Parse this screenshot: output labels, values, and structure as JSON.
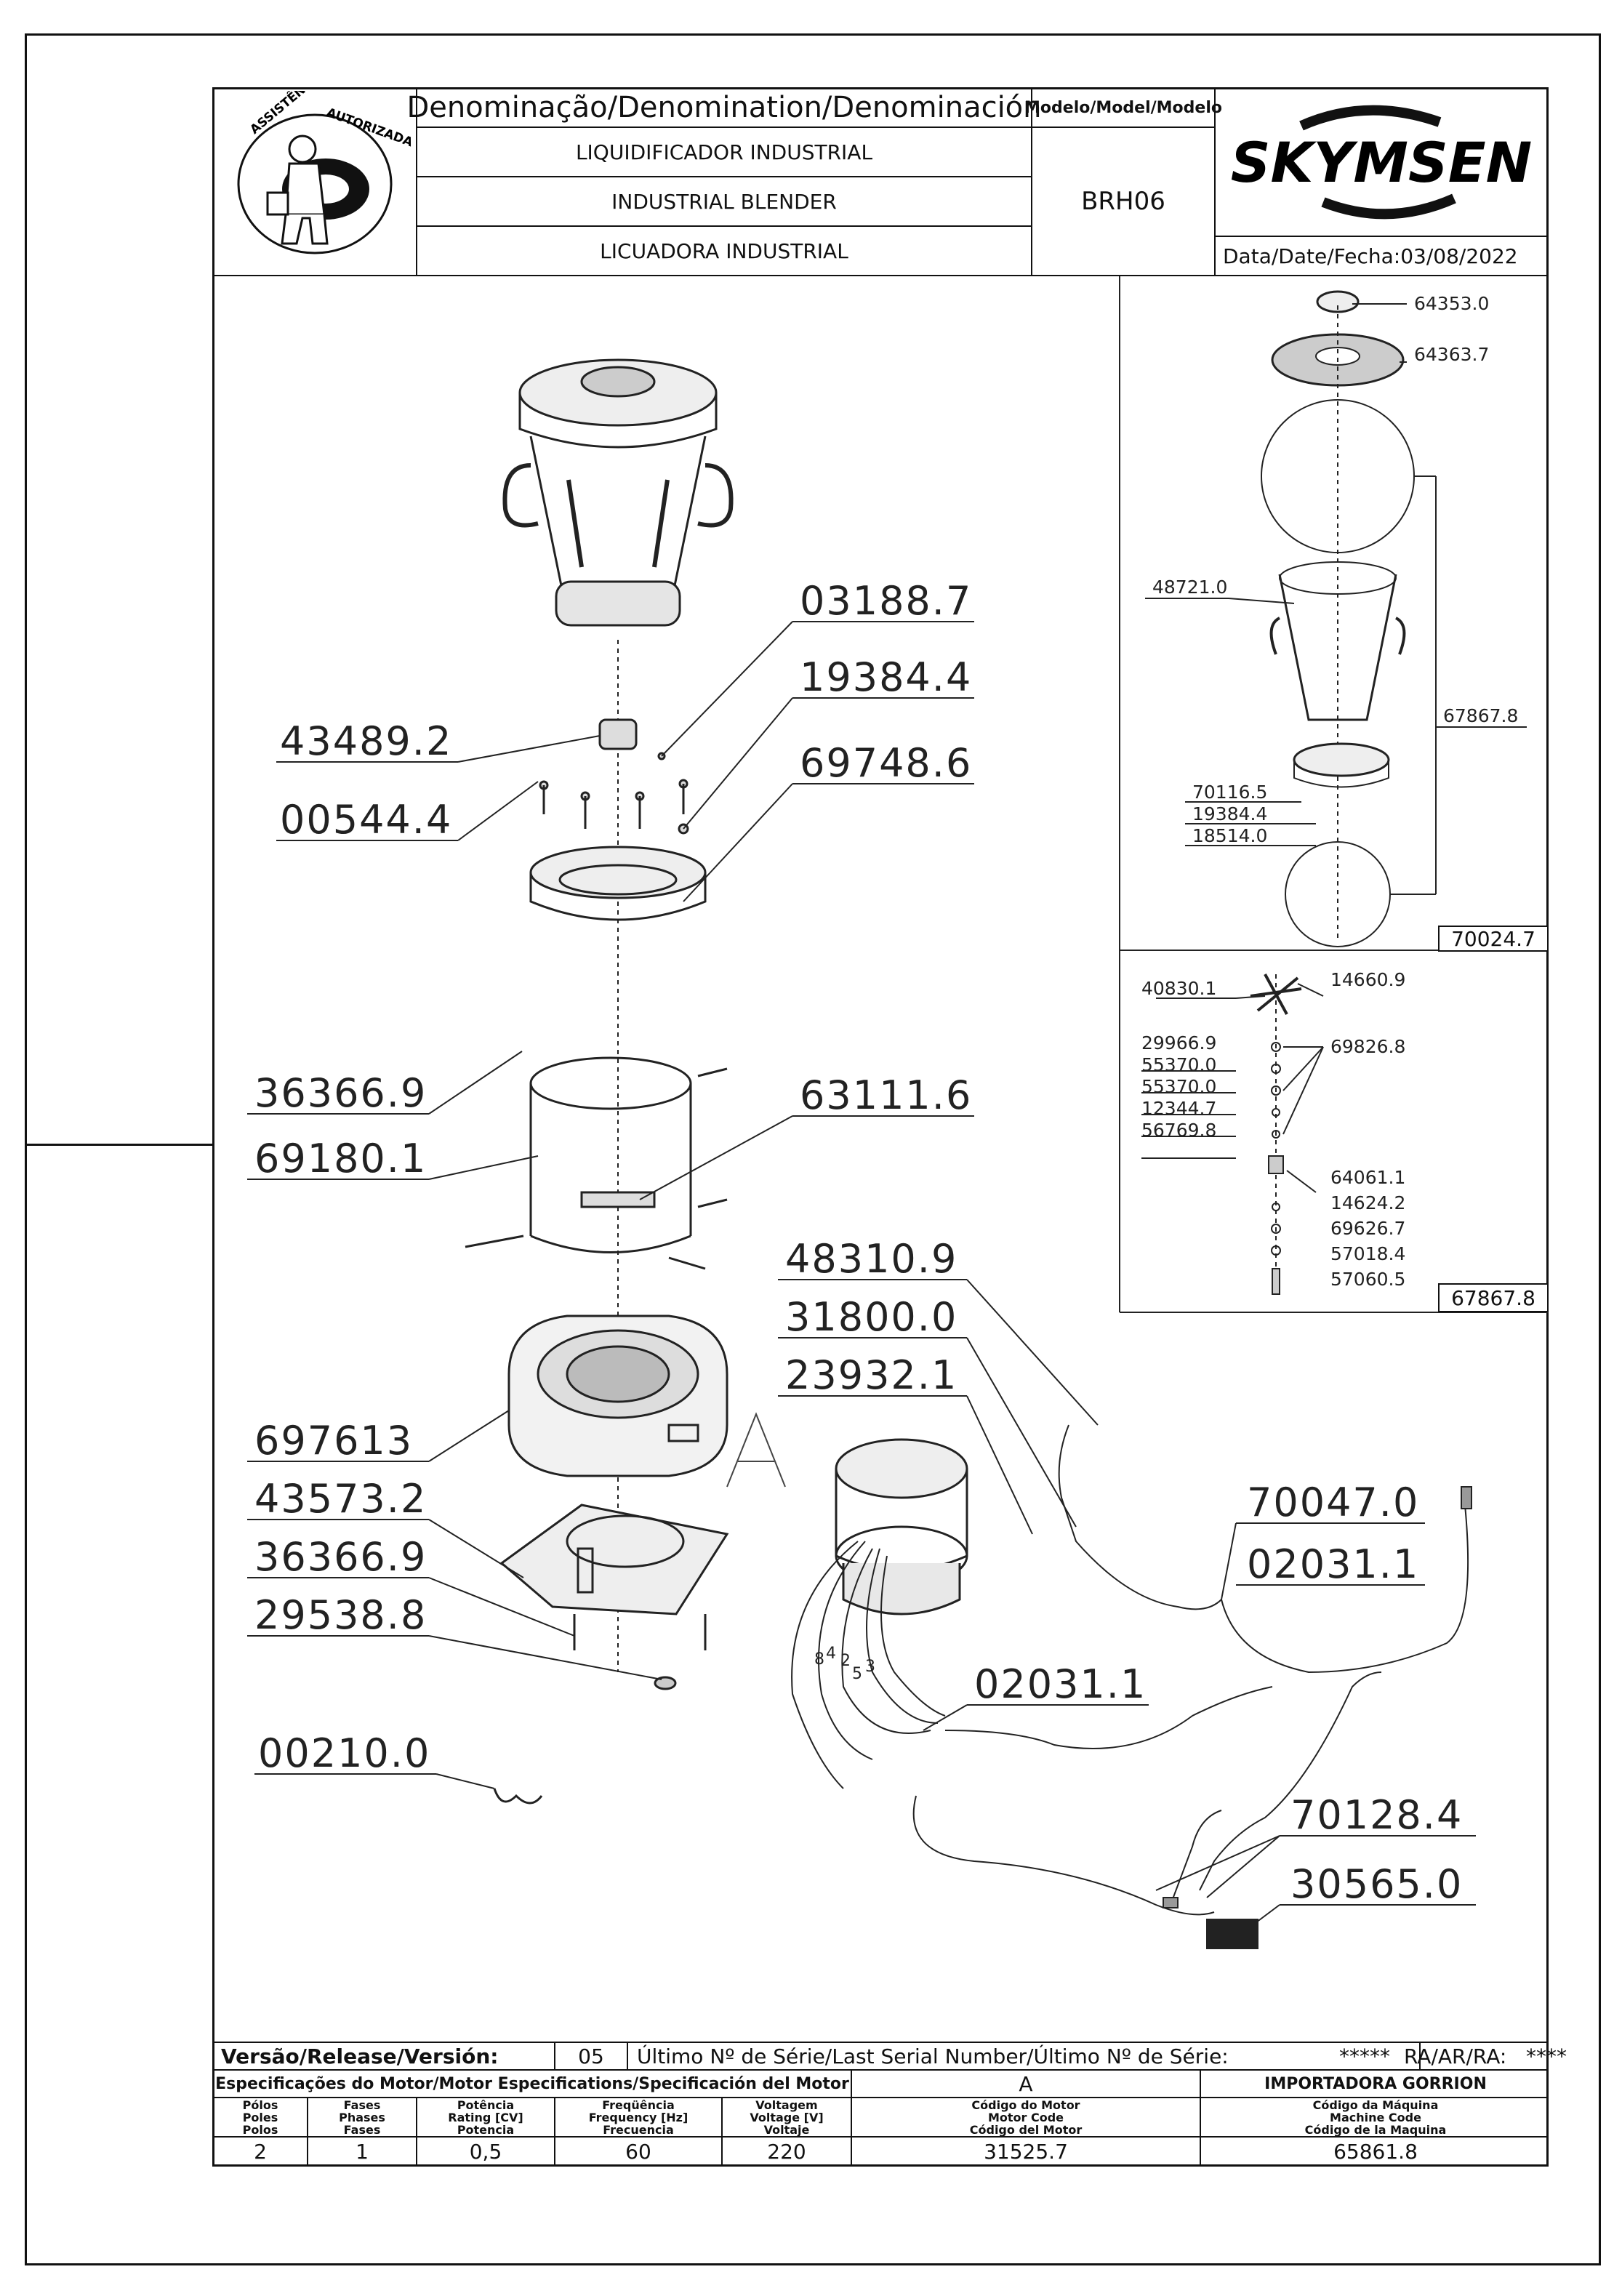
{
  "header": {
    "denomination_label": "Denominação/Denomination/Denominación",
    "name_pt": "LIQUIDIFICADOR  INDUSTRIAL",
    "name_en": "INDUSTRIAL  BLENDER",
    "name_es": "LICUADORA  INDUSTRIAL",
    "model_label": "Modelo/Model/Modelo",
    "model_value": "BRH06",
    "date_label": "Data/Date/Fecha:",
    "date_value": "03/08/2022",
    "brand": "SKYMSEN",
    "seal_text": "ASSISTÊNCIA TÉCNICA AUTORIZADA"
  },
  "main_callouts": {
    "c03188": "03188.7",
    "c19384": "19384.4",
    "c43489": "43489.2",
    "c69748": "69748.6",
    "c00544": "00544.4",
    "c36366a": "36366.9",
    "c69180": "69180.1",
    "c63111": "63111.6",
    "c48310": "48310.9",
    "c31800": "31800.0",
    "c23932": "23932.1",
    "c697613": "697613",
    "c43573": "43573.2",
    "c36366b": "36366.9",
    "c29538": "29538.8",
    "c00210": "00210.0",
    "c70047": "70047.0",
    "c02031a": "02031.1",
    "c02031b": "02031.1",
    "c70128": "70128.4",
    "c30565": "30565.0",
    "view_letter": "A",
    "wire_nums": [
      "8",
      "4",
      "2",
      "5",
      "3"
    ]
  },
  "detail_jar": {
    "labels": {
      "p64353": "64353.0",
      "p64363": "64363.7",
      "p48721": "48721.0",
      "p67867": "67867.8",
      "p70116": "70116.5",
      "p19384": "19384.4",
      "p18514": "18514.0"
    },
    "box": "70024.7"
  },
  "detail_blade": {
    "labels": {
      "p40830": "40830.1",
      "p14660": "14660.9",
      "p29966": "29966.9",
      "p69826": "69826.8",
      "p55370a": "55370.0",
      "p55370b": "55370.0",
      "p12344": "12344.7",
      "p56769": "56769.8",
      "p64061": "64061.1",
      "p14624": "14624.2",
      "p69626": "69626.7",
      "p57018": "57018.4",
      "p57060": "57060.5"
    },
    "box": "67867.8"
  },
  "footer": {
    "version_label": "Versão/Release/Versión:",
    "version_value": "05",
    "serial_label": "Último  Nº  de  Série/Last Serial Number/Último  Nº  de  Série:",
    "serial_value": "*****",
    "ra_label": "RA/AR/RA:",
    "ra_value": "****",
    "motor_spec_label": "Especificações do Motor/Motor Especifications/Specificación del Motor",
    "motor_code_group": "A",
    "importer": "IMPORTADORA  GORRION",
    "columns": [
      {
        "head": [
          "Pólos",
          "Poles",
          "Polos"
        ],
        "value": "2"
      },
      {
        "head": [
          "Fases",
          "Phases",
          "Fases"
        ],
        "value": "1"
      },
      {
        "head": [
          "Potência",
          "Rating [CV]",
          "Potencia"
        ],
        "value": "0,5"
      },
      {
        "head": [
          "Freqüência",
          "Frequency [Hz]",
          "Frecuencia"
        ],
        "value": "60"
      },
      {
        "head": [
          "Voltagem",
          "Voltage [V]",
          "Voltaje"
        ],
        "value": "220"
      },
      {
        "head": [
          "Código do Motor",
          "Motor Code",
          "Código del Motor"
        ],
        "value": "31525.7"
      },
      {
        "head": [
          "Código da Máquina",
          "Machine Code",
          "Código de la Maquina"
        ],
        "value": "65861.8"
      }
    ]
  }
}
